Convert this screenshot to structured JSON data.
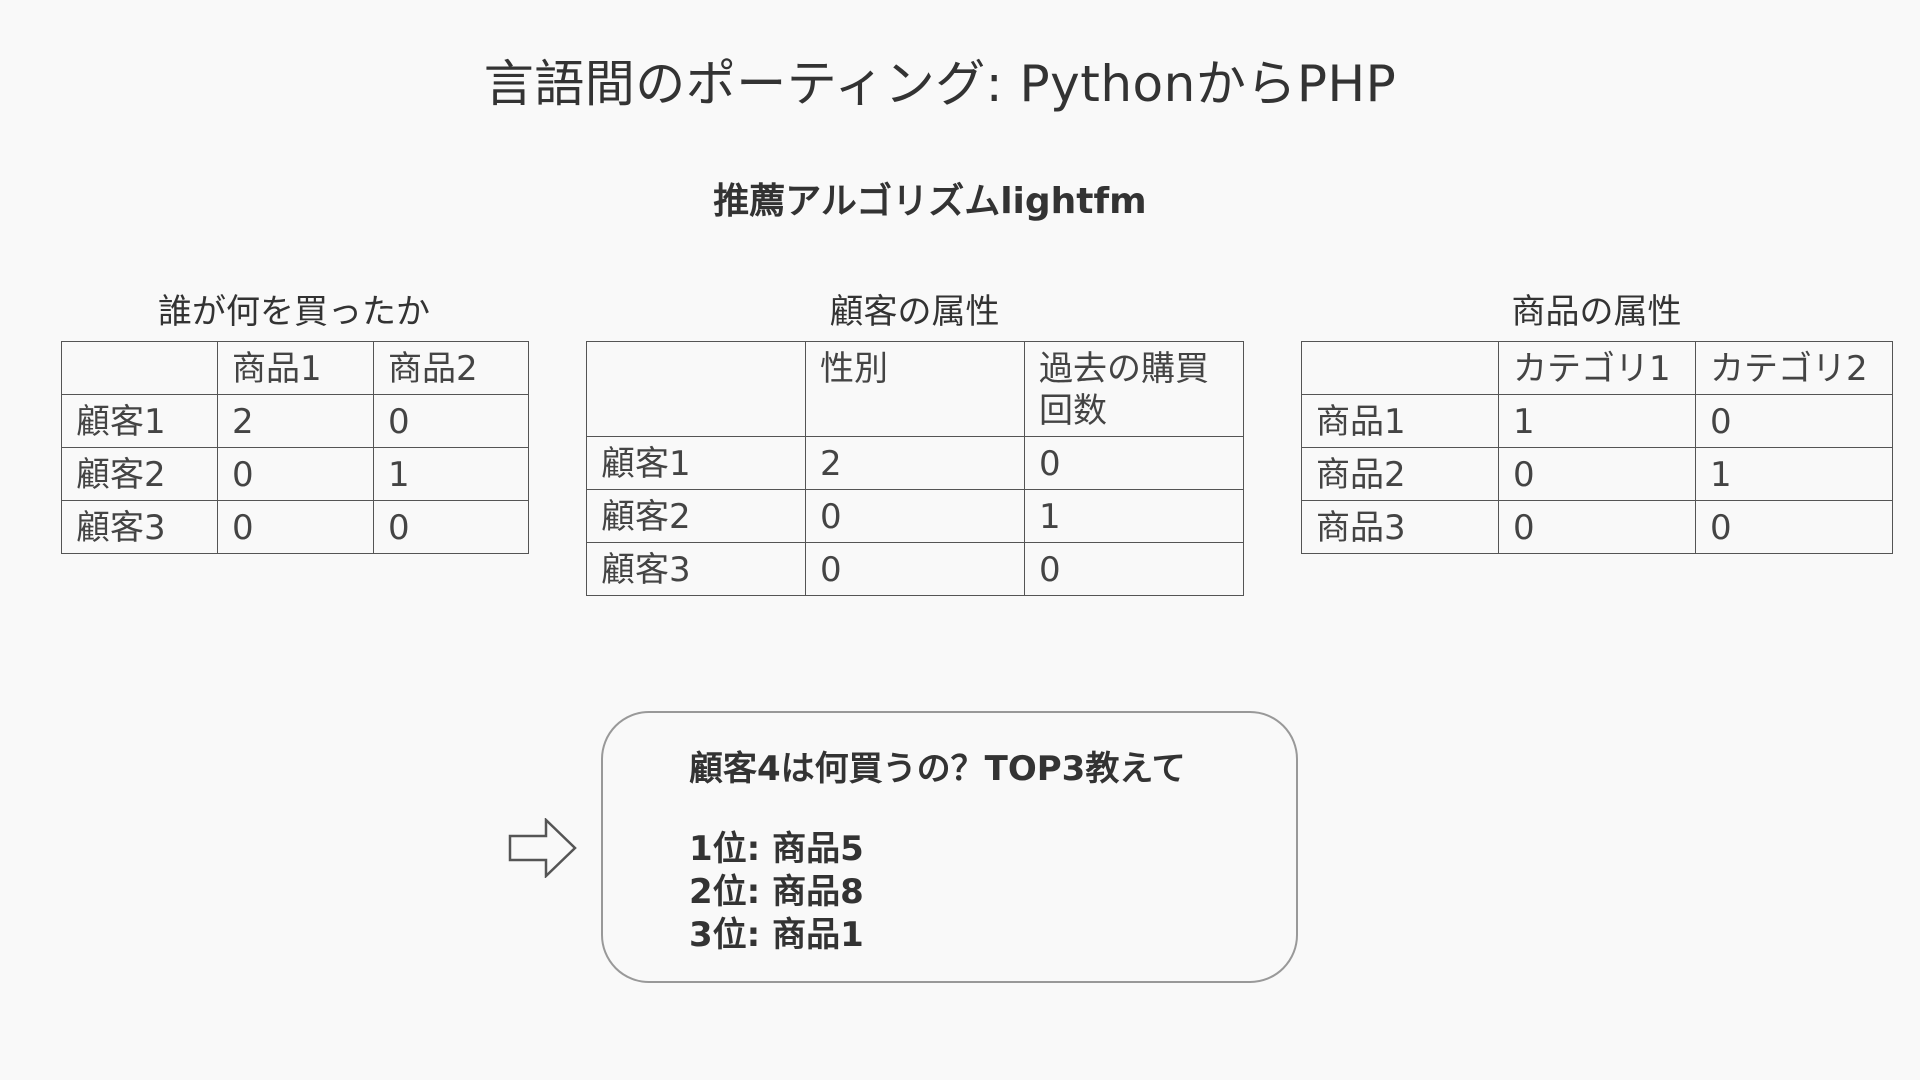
{
  "title": "言語間のポーティング: PythonからPHP",
  "subtitle": "推薦アルゴリズムlightfm",
  "tables": [
    {
      "caption": "誰が何を買ったか",
      "header": [
        "",
        "商品1",
        "商品2"
      ],
      "rows": [
        [
          "顧客1",
          "2",
          "0"
        ],
        [
          "顧客2",
          "0",
          "1"
        ],
        [
          "顧客3",
          "0",
          "0"
        ]
      ]
    },
    {
      "caption": "顧客の属性",
      "header": [
        "",
        "性別",
        "過去の購買回数"
      ],
      "rows": [
        [
          "顧客1",
          "2",
          "0"
        ],
        [
          "顧客2",
          "0",
          "1"
        ],
        [
          "顧客3",
          "0",
          "0"
        ]
      ]
    },
    {
      "caption": "商品の属性",
      "header": [
        "",
        "カテゴリ1",
        "カテゴリ2"
      ],
      "rows": [
        [
          "商品1",
          "1",
          "0"
        ],
        [
          "商品2",
          "0",
          "1"
        ],
        [
          "商品3",
          "0",
          "0"
        ]
      ]
    }
  ],
  "arrow_icon": "right-arrow-outline-icon",
  "answer": {
    "question": "顧客4は何買うの？TOP3教えて",
    "results": [
      "1位: 商品5",
      "2位: 商品8",
      "3位: 商品1"
    ]
  },
  "colors": {
    "background": "#f9f9f9",
    "text": "#333333",
    "border": "#555555",
    "box_border": "#999999"
  }
}
